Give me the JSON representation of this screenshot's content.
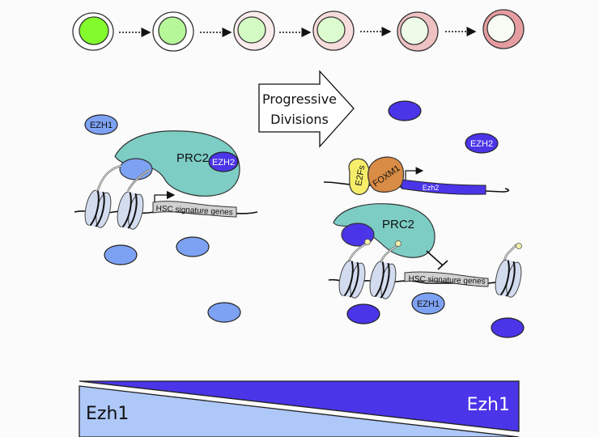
{
  "colors": {
    "background": "#fbfbfb",
    "ezh1": "#7ea2f3",
    "ezh2": "#4b35e8",
    "prc2": "#7dcdc5",
    "e2fs": "#f6ee6a",
    "foxm1": "#d98c45",
    "nucleosome": "#d3dcef",
    "gene_box": "#d0d0d0",
    "methyl_mark": "#f5f0a8",
    "bar_ezh1": "#aec8f8",
    "bar_ezh2": "#4b35e8"
  },
  "cell_series": {
    "description": "HSC progression across divisions",
    "cells": [
      {
        "nucleus": "#83fa2b",
        "cytoplasm": "#ffffff"
      },
      {
        "nucleus": "#b6f79a",
        "cytoplasm": "#ffffff"
      },
      {
        "nucleus": "#d5fbc4",
        "cytoplasm": "#fbecec"
      },
      {
        "nucleus": "#dcfbcf",
        "cytoplasm": "#f7dcdc"
      },
      {
        "nucleus": "#eefbe9",
        "cytoplasm": "#eec1c3"
      },
      {
        "nucleus": "#f7fbf3",
        "cytoplasm": "#e69da1"
      }
    ]
  },
  "progress_arrow": {
    "line1": "Progressive",
    "line2": "Divisions"
  },
  "left_panel": {
    "ezh1_label": "EZH1",
    "ezh2_label": "EZH2",
    "prc2_label": "PRC2",
    "gene_label": "HSC signature genes"
  },
  "right_panel": {
    "ezh2_label": "EZH2",
    "e2fs_label": "E2Fs",
    "foxm1_label": "FOXM1",
    "ezh2_gene_label": "Ezh2",
    "prc2_label": "PRC2",
    "gene_label": "HSC signature genes",
    "ezh1_label": "EZH1"
  },
  "gradient_bar": {
    "left_label": "Ezh1",
    "right_label": "Ezh1"
  }
}
